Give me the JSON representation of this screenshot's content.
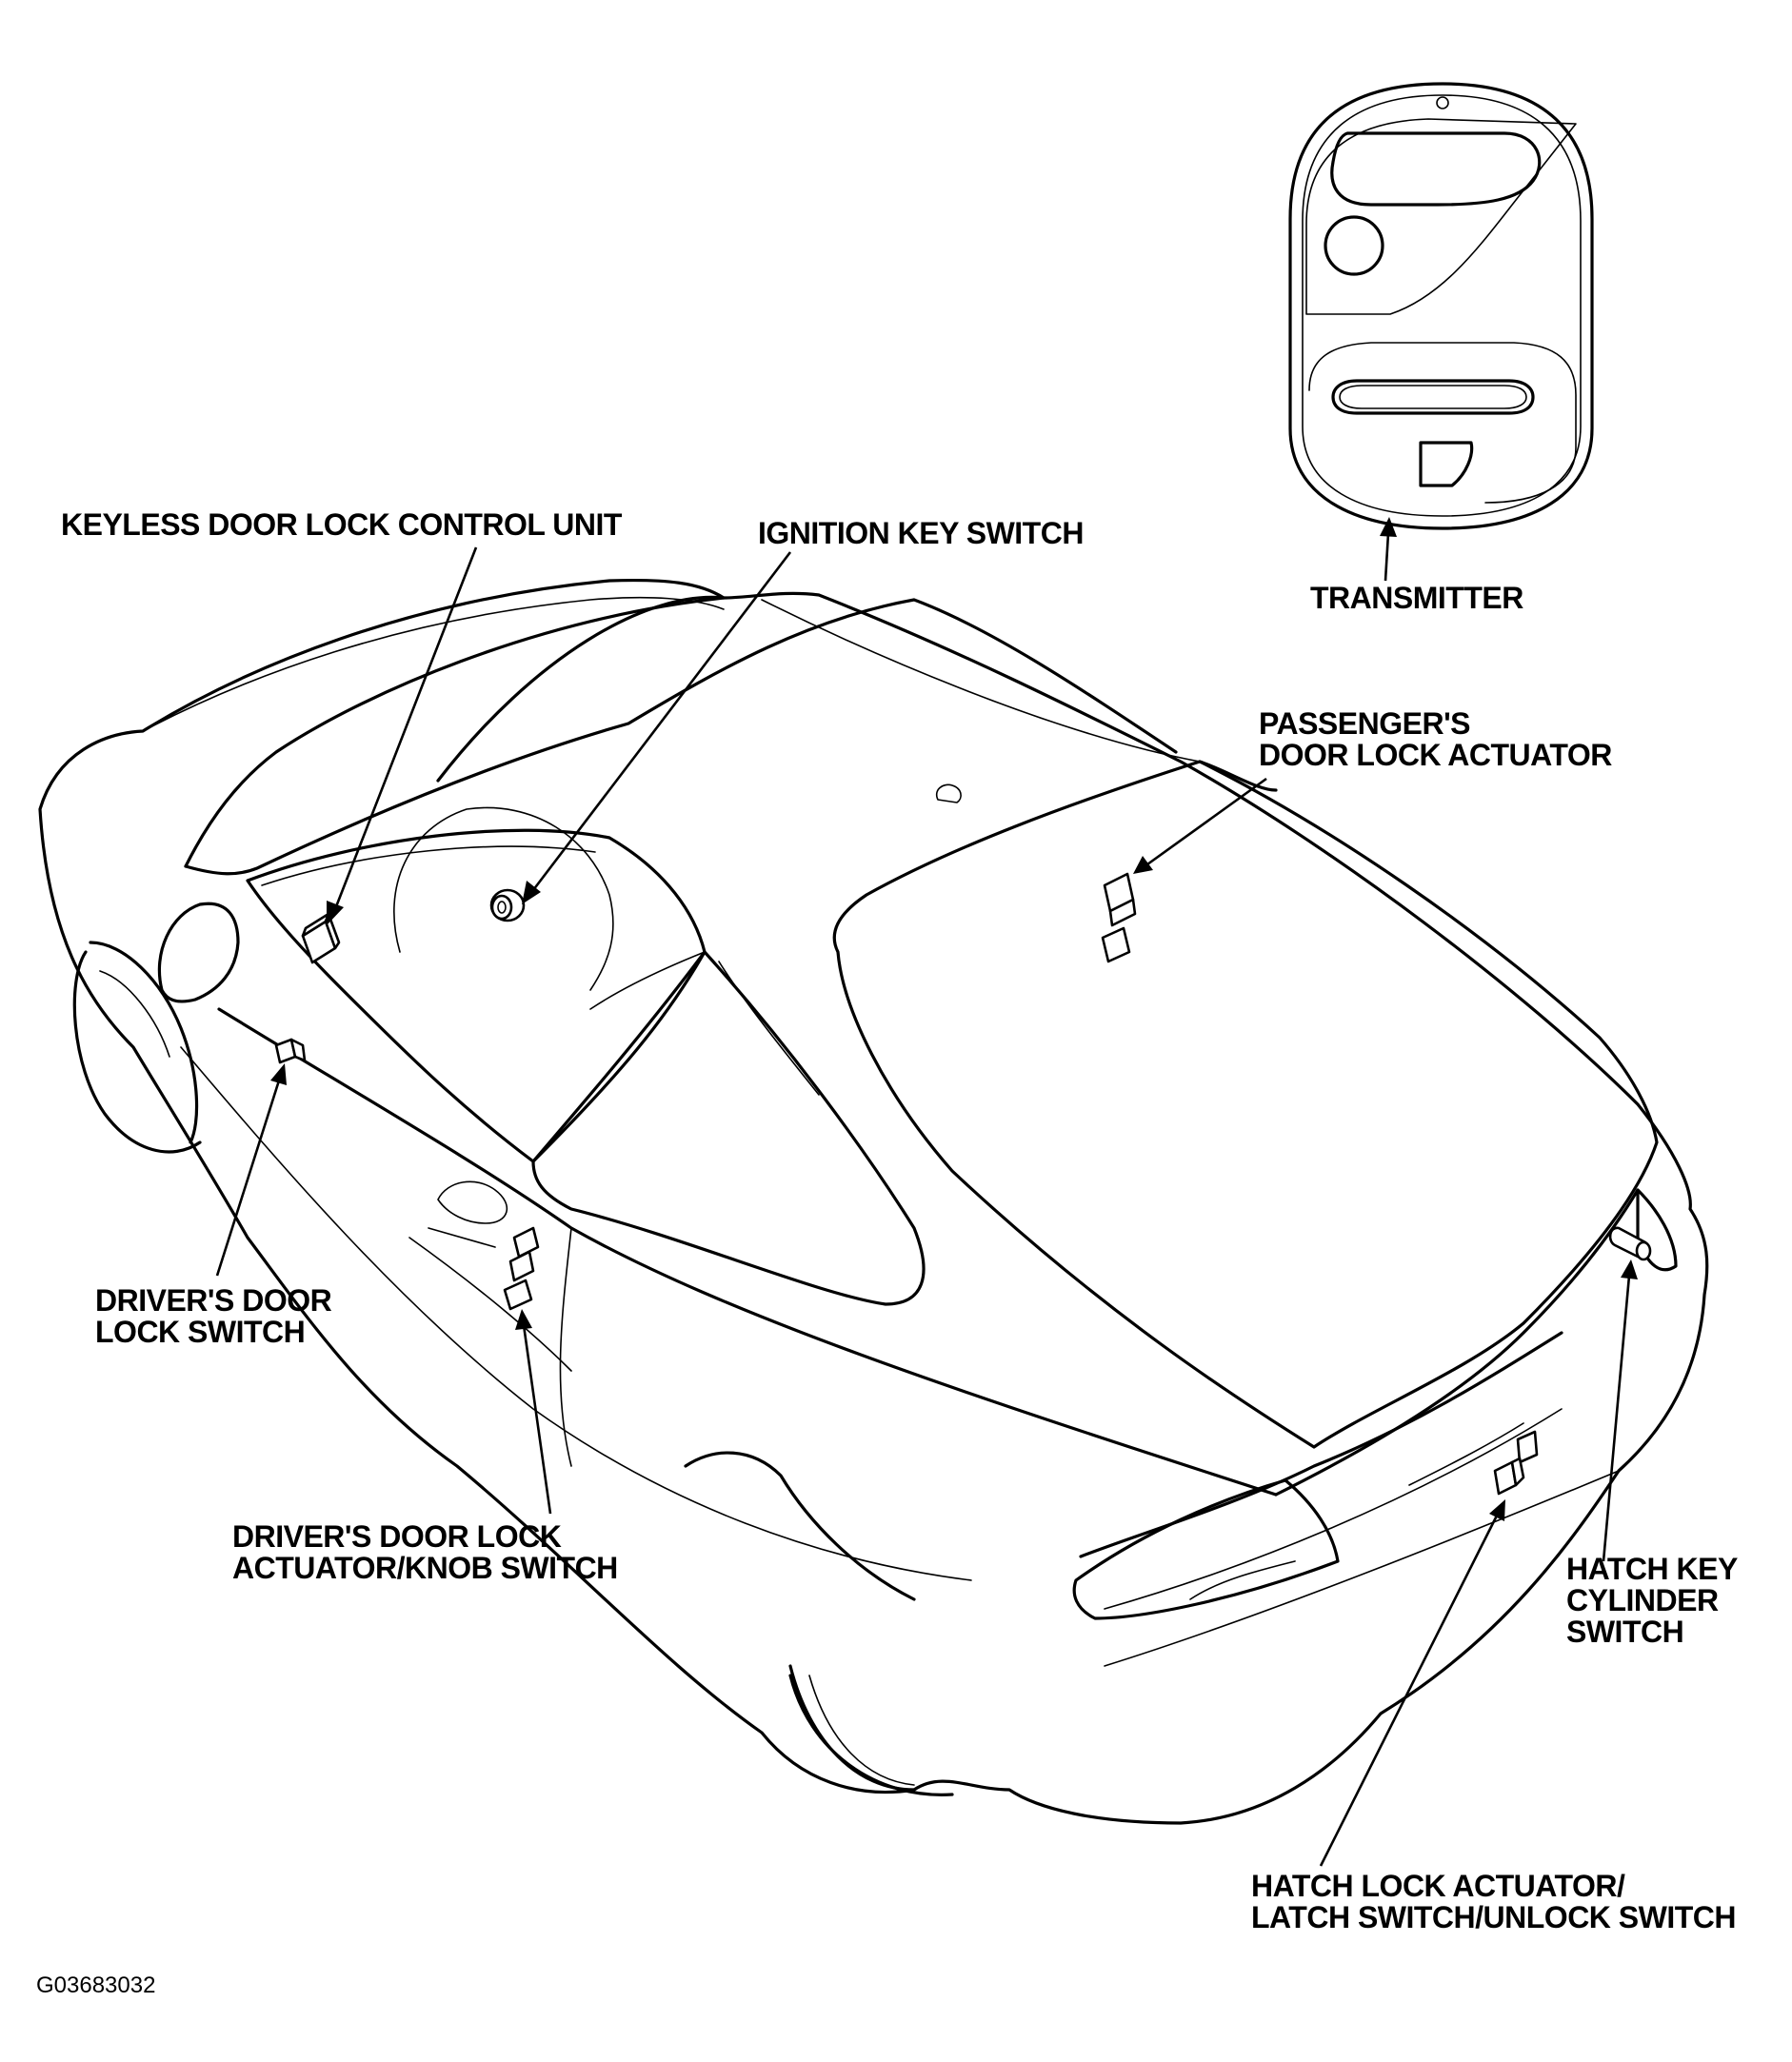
{
  "labels": {
    "keyless_control_unit": "KEYLESS DOOR LOCK CONTROL UNIT",
    "ignition_key_switch": "IGNITION KEY SWITCH",
    "transmitter": "TRANSMITTER",
    "passenger_actuator": [
      "PASSENGER'S",
      "DOOR LOCK ACTUATOR"
    ],
    "driver_lock_switch": [
      "DRIVER'S DOOR",
      "LOCK SWITCH"
    ],
    "driver_actuator": [
      "DRIVER'S DOOR LOCK",
      "ACTUATOR/KNOB SWITCH"
    ],
    "hatch_key_cylinder": [
      "HATCH KEY",
      "CYLINDER",
      "SWITCH"
    ],
    "hatch_lock_actuator": [
      "HATCH LOCK ACTUATOR/",
      "LATCH SWITCH/UNLOCK SWITCH"
    ]
  },
  "figure_id": "G03683032"
}
